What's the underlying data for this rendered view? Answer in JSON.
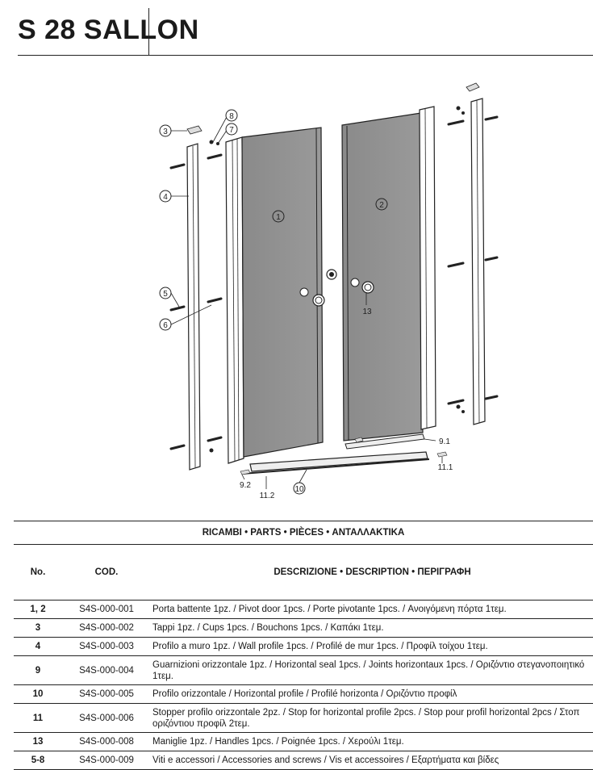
{
  "title": "S 28 SALLON",
  "drawing": {
    "callouts": [
      "1",
      "2",
      "3",
      "4",
      "5",
      "6",
      "7",
      "8",
      "9.1",
      "9.2",
      "10",
      "11.1",
      "11.2",
      "13"
    ]
  },
  "table": {
    "banner": "RICAMBI • PARTS • PIÈCES • ΑΝΤΑΛΛΑΚΤΙΚΑ",
    "columns": {
      "no": "No.",
      "cod": "COD.",
      "desc": "DESCRIZIONE • DESCRIPTION • ΠΕΡΙΓΡΑΦΗ"
    },
    "rows": [
      {
        "no": "1, 2",
        "cod": "S4S-000-001",
        "desc": "Porta battente 1pz. / Pivot door 1pcs. / Porte pivotante 1pcs. / Ανοιγόμενη πόρτα 1τεμ."
      },
      {
        "no": "3",
        "cod": "S4S-000-002",
        "desc": "Tappi 1pz. / Cups 1pcs. / Bouchons 1pcs. / Καπάκι 1τεμ."
      },
      {
        "no": "4",
        "cod": "S4S-000-003",
        "desc": "Profilo a muro 1pz. / Wall profile 1pcs. / Profilé de mur 1pcs. / Προφίλ τοίχου 1τεμ."
      },
      {
        "no": "9",
        "cod": "S4S-000-004",
        "desc": "Guarnizioni orizzontale 1pz. / Horizontal seal 1pcs. / Joints horizontaux 1pcs. / Οριζόντιο στεγανοποιητικό 1τεμ."
      },
      {
        "no": "10",
        "cod": "S4S-000-005",
        "desc": "Profilo orizzontale / Horizontal profile / Profilé horizonta / Οριζόντιο προφίλ"
      },
      {
        "no": "11",
        "cod": "S4S-000-006",
        "desc": "Stopper profilo orizzontale 2pz. / Stop for horizontal profile 2pcs. / Stop pour profil horizontal 2pcs / Στοπ οριζόντιου προφίλ 2τεμ."
      },
      {
        "no": "13",
        "cod": "S4S-000-008",
        "desc": "Maniglie 1pz. / Handles 1pcs. / Poignée 1pcs. / Χερούλι 1τεμ."
      },
      {
        "no": "5-8",
        "cod": "S4S-000-009",
        "desc": "Viti e accessori / Accessories and screws / Vis et accessoires / Εξαρτήματα και βίδες"
      }
    ]
  }
}
